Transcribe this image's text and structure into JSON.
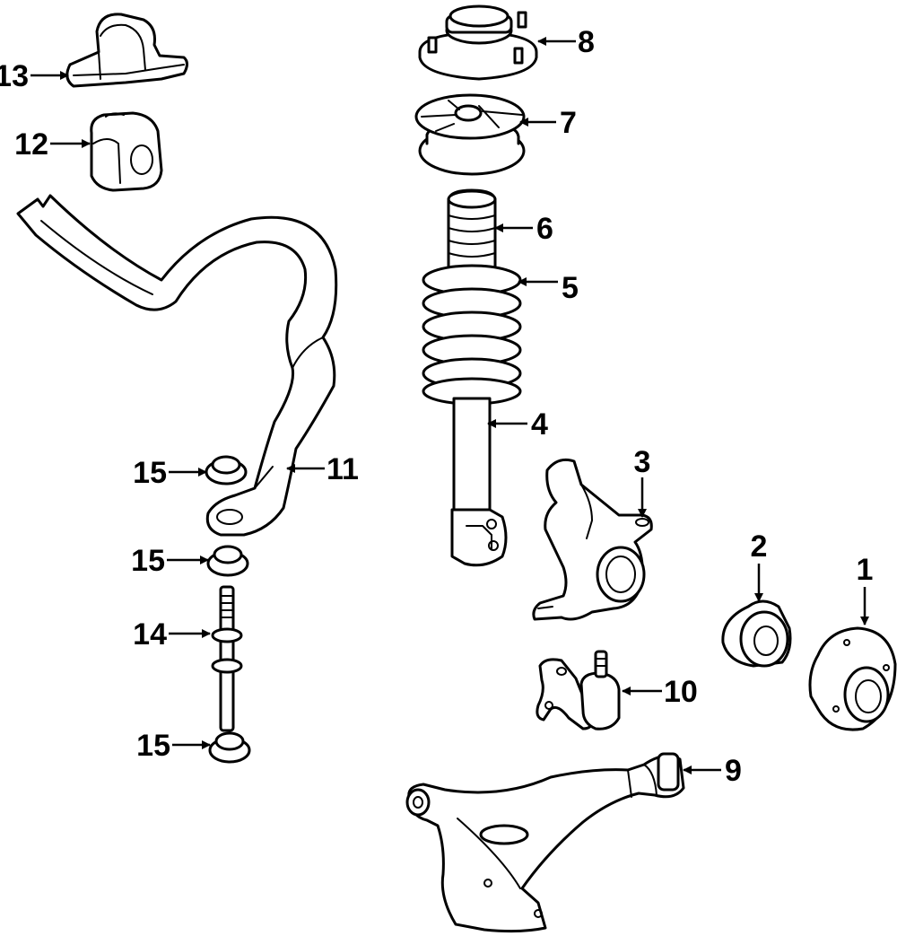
{
  "diagram": {
    "line_color": "#000000",
    "background": "#ffffff",
    "callouts": [
      {
        "id": "c1",
        "label": "1",
        "part": "wheel-hub"
      },
      {
        "id": "c2",
        "label": "2",
        "part": "wheel-bearing"
      },
      {
        "id": "c3",
        "label": "3",
        "part": "steering-knuckle"
      },
      {
        "id": "c4",
        "label": "4",
        "part": "strut"
      },
      {
        "id": "c5",
        "label": "5",
        "part": "coil-spring"
      },
      {
        "id": "c6",
        "label": "6",
        "part": "bump-stop-boot"
      },
      {
        "id": "c7",
        "label": "7",
        "part": "spring-seat"
      },
      {
        "id": "c8",
        "label": "8",
        "part": "strut-mount"
      },
      {
        "id": "c9",
        "label": "9",
        "part": "lower-control-arm"
      },
      {
        "id": "c10",
        "label": "10",
        "part": "ball-joint"
      },
      {
        "id": "c11",
        "label": "11",
        "part": "stabilizer-bar"
      },
      {
        "id": "c12",
        "label": "12",
        "part": "stabilizer-bushing"
      },
      {
        "id": "c13",
        "label": "13",
        "part": "bushing-bracket"
      },
      {
        "id": "c14",
        "label": "14",
        "part": "link-bolt"
      },
      {
        "id": "c15a",
        "label": "15",
        "part": "link-bushing"
      },
      {
        "id": "c15b",
        "label": "15",
        "part": "link-bushing"
      },
      {
        "id": "c15c",
        "label": "15",
        "part": "link-bushing"
      }
    ]
  }
}
